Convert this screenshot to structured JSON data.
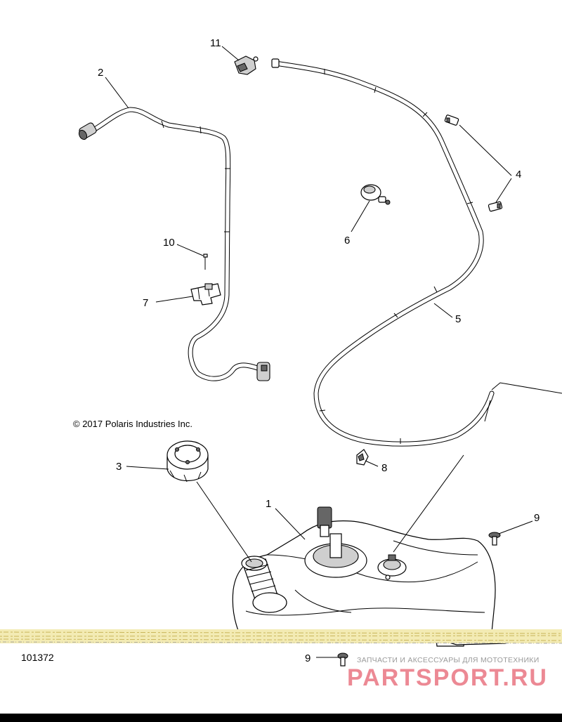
{
  "diagram": {
    "copyright": "© 2017 Polaris Industries Inc.",
    "drawing_id": "101372",
    "callouts": {
      "c1": "1",
      "c2": "2",
      "c3": "3",
      "c4": "4",
      "c5": "5",
      "c6": "6",
      "c7": "7",
      "c8": "8",
      "c9a": "9",
      "c9b": "9",
      "c10": "10",
      "c11": "11"
    }
  },
  "watermark": {
    "tagline": "ЗАПЧАСТИ И АКСЕССУАРЫ ДЛЯ МОТОТЕХНИКИ",
    "brand": "PARTSPORT.RU",
    "brand_color": "#dc283c"
  }
}
